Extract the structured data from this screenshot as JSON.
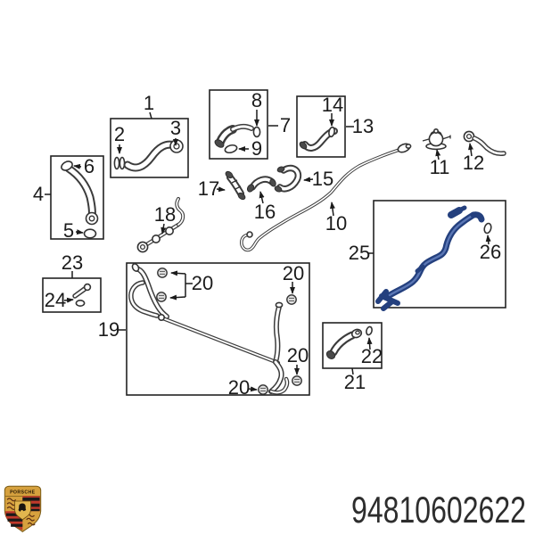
{
  "diagram": {
    "labels": {
      "p1": "1",
      "p2": "2",
      "p3": "3",
      "p4": "4",
      "p5": "5",
      "p6": "6",
      "p7": "7",
      "p8": "8",
      "p9": "9",
      "p10": "10",
      "p11": "11",
      "p12": "12",
      "p13": "13",
      "p14": "14",
      "p15": "15",
      "p16": "16",
      "p17": "17",
      "p18": "18",
      "p19": "19",
      "p20": "20",
      "p21": "21",
      "p22": "22",
      "p23": "23",
      "p24": "24",
      "p25": "25",
      "p26": "26"
    },
    "highlight_color": "#2c4787",
    "line_color": "#3c3c3c"
  },
  "branding": {
    "crest_text": "PORSCHE",
    "crest_gold": "#d6a13e",
    "crest_red": "#c0392b",
    "crest_black": "#1a1a1a"
  },
  "footer": {
    "part_number": "94810602622",
    "text_color": "#2d2d2d"
  }
}
